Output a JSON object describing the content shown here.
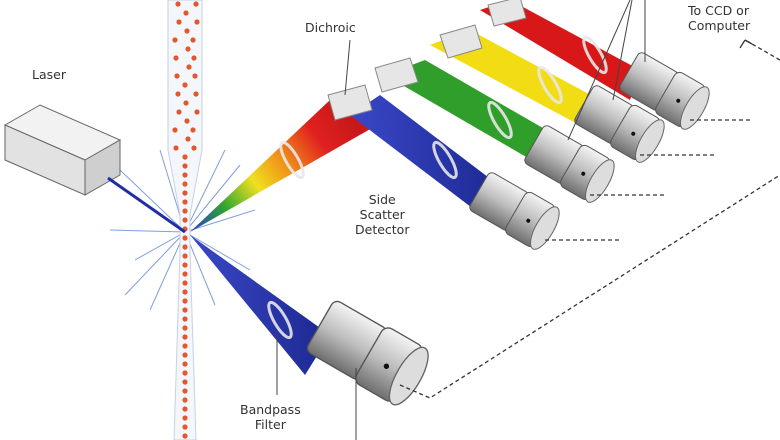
{
  "labels": {
    "laser": "Laser",
    "dichroic": "Dichroic",
    "side_scatter": [
      "Side",
      "Scatter",
      "Detector"
    ],
    "bandpass": [
      "Bandpass",
      "Filter"
    ],
    "ccd": [
      "To CCD or",
      "Computer"
    ]
  },
  "colors": {
    "blue": "#1f2ea8",
    "green": "#2f9e2a",
    "yellow": "#f2dc14",
    "red": "#d81818",
    "droplet": "#e4572e"
  }
}
